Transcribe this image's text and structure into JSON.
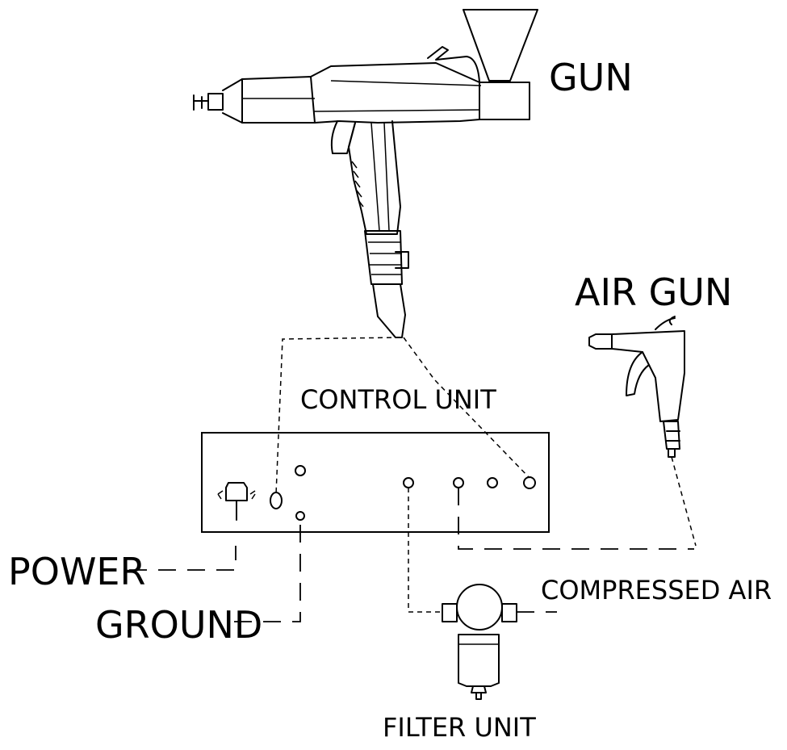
{
  "labels": {
    "gun": "GUN",
    "air_gun": "AIR GUN",
    "control_unit": "CONTROL UNIT",
    "power": "POWER",
    "ground": "GROUND",
    "compressed_air": "COMPRESSED AIR",
    "filter_unit": "FILTER UNIT"
  }
}
